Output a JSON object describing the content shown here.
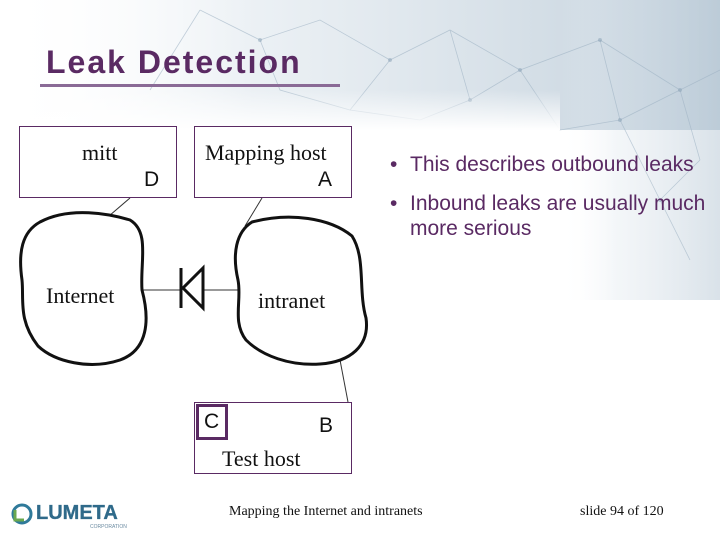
{
  "title": "Leak Detection",
  "diagram": {
    "mitt_box": {
      "label": "mitt",
      "port": "D"
    },
    "mapping_host_box": {
      "label": "Mapping host",
      "port": "A"
    },
    "internet_cloud": {
      "label": "Internet"
    },
    "intranet_cloud": {
      "label": "intranet"
    },
    "test_host_box": {
      "label": "Test host",
      "port_left": "C",
      "port_right": "B"
    }
  },
  "bullets": [
    {
      "marker": "•",
      "text": "This describes outbound leaks"
    },
    {
      "marker": "•",
      "text": "Inbound leaks are usually much more serious"
    }
  ],
  "footer": {
    "center": "Mapping the Internet and intranets",
    "right": "slide 94 of 120"
  },
  "logo": {
    "text": "LUMETA",
    "tagline": "CORPORATION"
  },
  "colors": {
    "title": "#5a2a63",
    "box_border": "#5a2a63",
    "text": "#111111"
  }
}
